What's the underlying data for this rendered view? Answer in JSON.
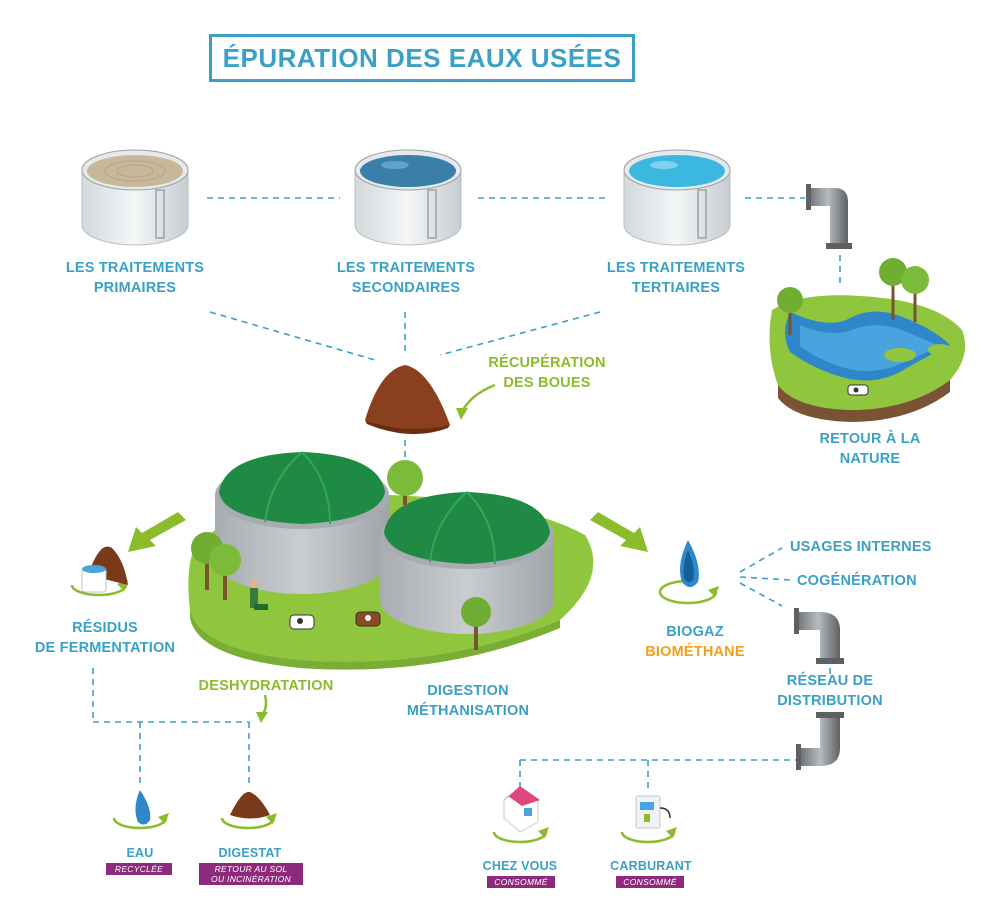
{
  "title": "ÉPURATION DES EAUX USÉES",
  "treatments": {
    "primary": [
      "LES TRAITEMENTS",
      "PRIMAIRES"
    ],
    "secondary": [
      "LES TRAITEMENTS",
      "SECONDAIRES"
    ],
    "tertiary": [
      "LES TRAITEMENTS",
      "TERTIAIRES"
    ]
  },
  "nature": [
    "RETOUR À LA",
    "NATURE"
  ],
  "sludge": [
    "RÉCUPÉRATION",
    "DES BOUES"
  ],
  "residues": [
    "RÉSIDUS",
    "DE FERMENTATION"
  ],
  "dehydration": "DESHYDRATATION",
  "digestion": [
    "DIGESTION",
    "MÉTHANISATION"
  ],
  "biogas": {
    "line1": "BIOGAZ",
    "line2": "BIOMÉTHANE"
  },
  "uses": {
    "internal": "USAGES INTERNES",
    "cogeneration": "COGÉNÉRATION"
  },
  "network": [
    "RÉSEAU DE",
    "DISTRIBUTION"
  ],
  "outputs": {
    "water": {
      "label": "EAU",
      "tag": "RECYCLÉE"
    },
    "digestate": {
      "label": "DIGESTAT",
      "tag1": "RETOUR AU SOL",
      "tag2": "OU INCINÉRATION"
    },
    "home": {
      "label": "CHEZ VOUS",
      "tag": "CONSOMMÉ"
    },
    "fuel": {
      "label": "CARBURANT",
      "tag": "CONSOMMÉ"
    }
  },
  "colors": {
    "blue": "#3aa0c8",
    "green": "#8cbb2c",
    "orange": "#f0a020",
    "purple": "#8e2a7e",
    "digester_green": "#1f8a43",
    "grass": "#8fc63d"
  }
}
